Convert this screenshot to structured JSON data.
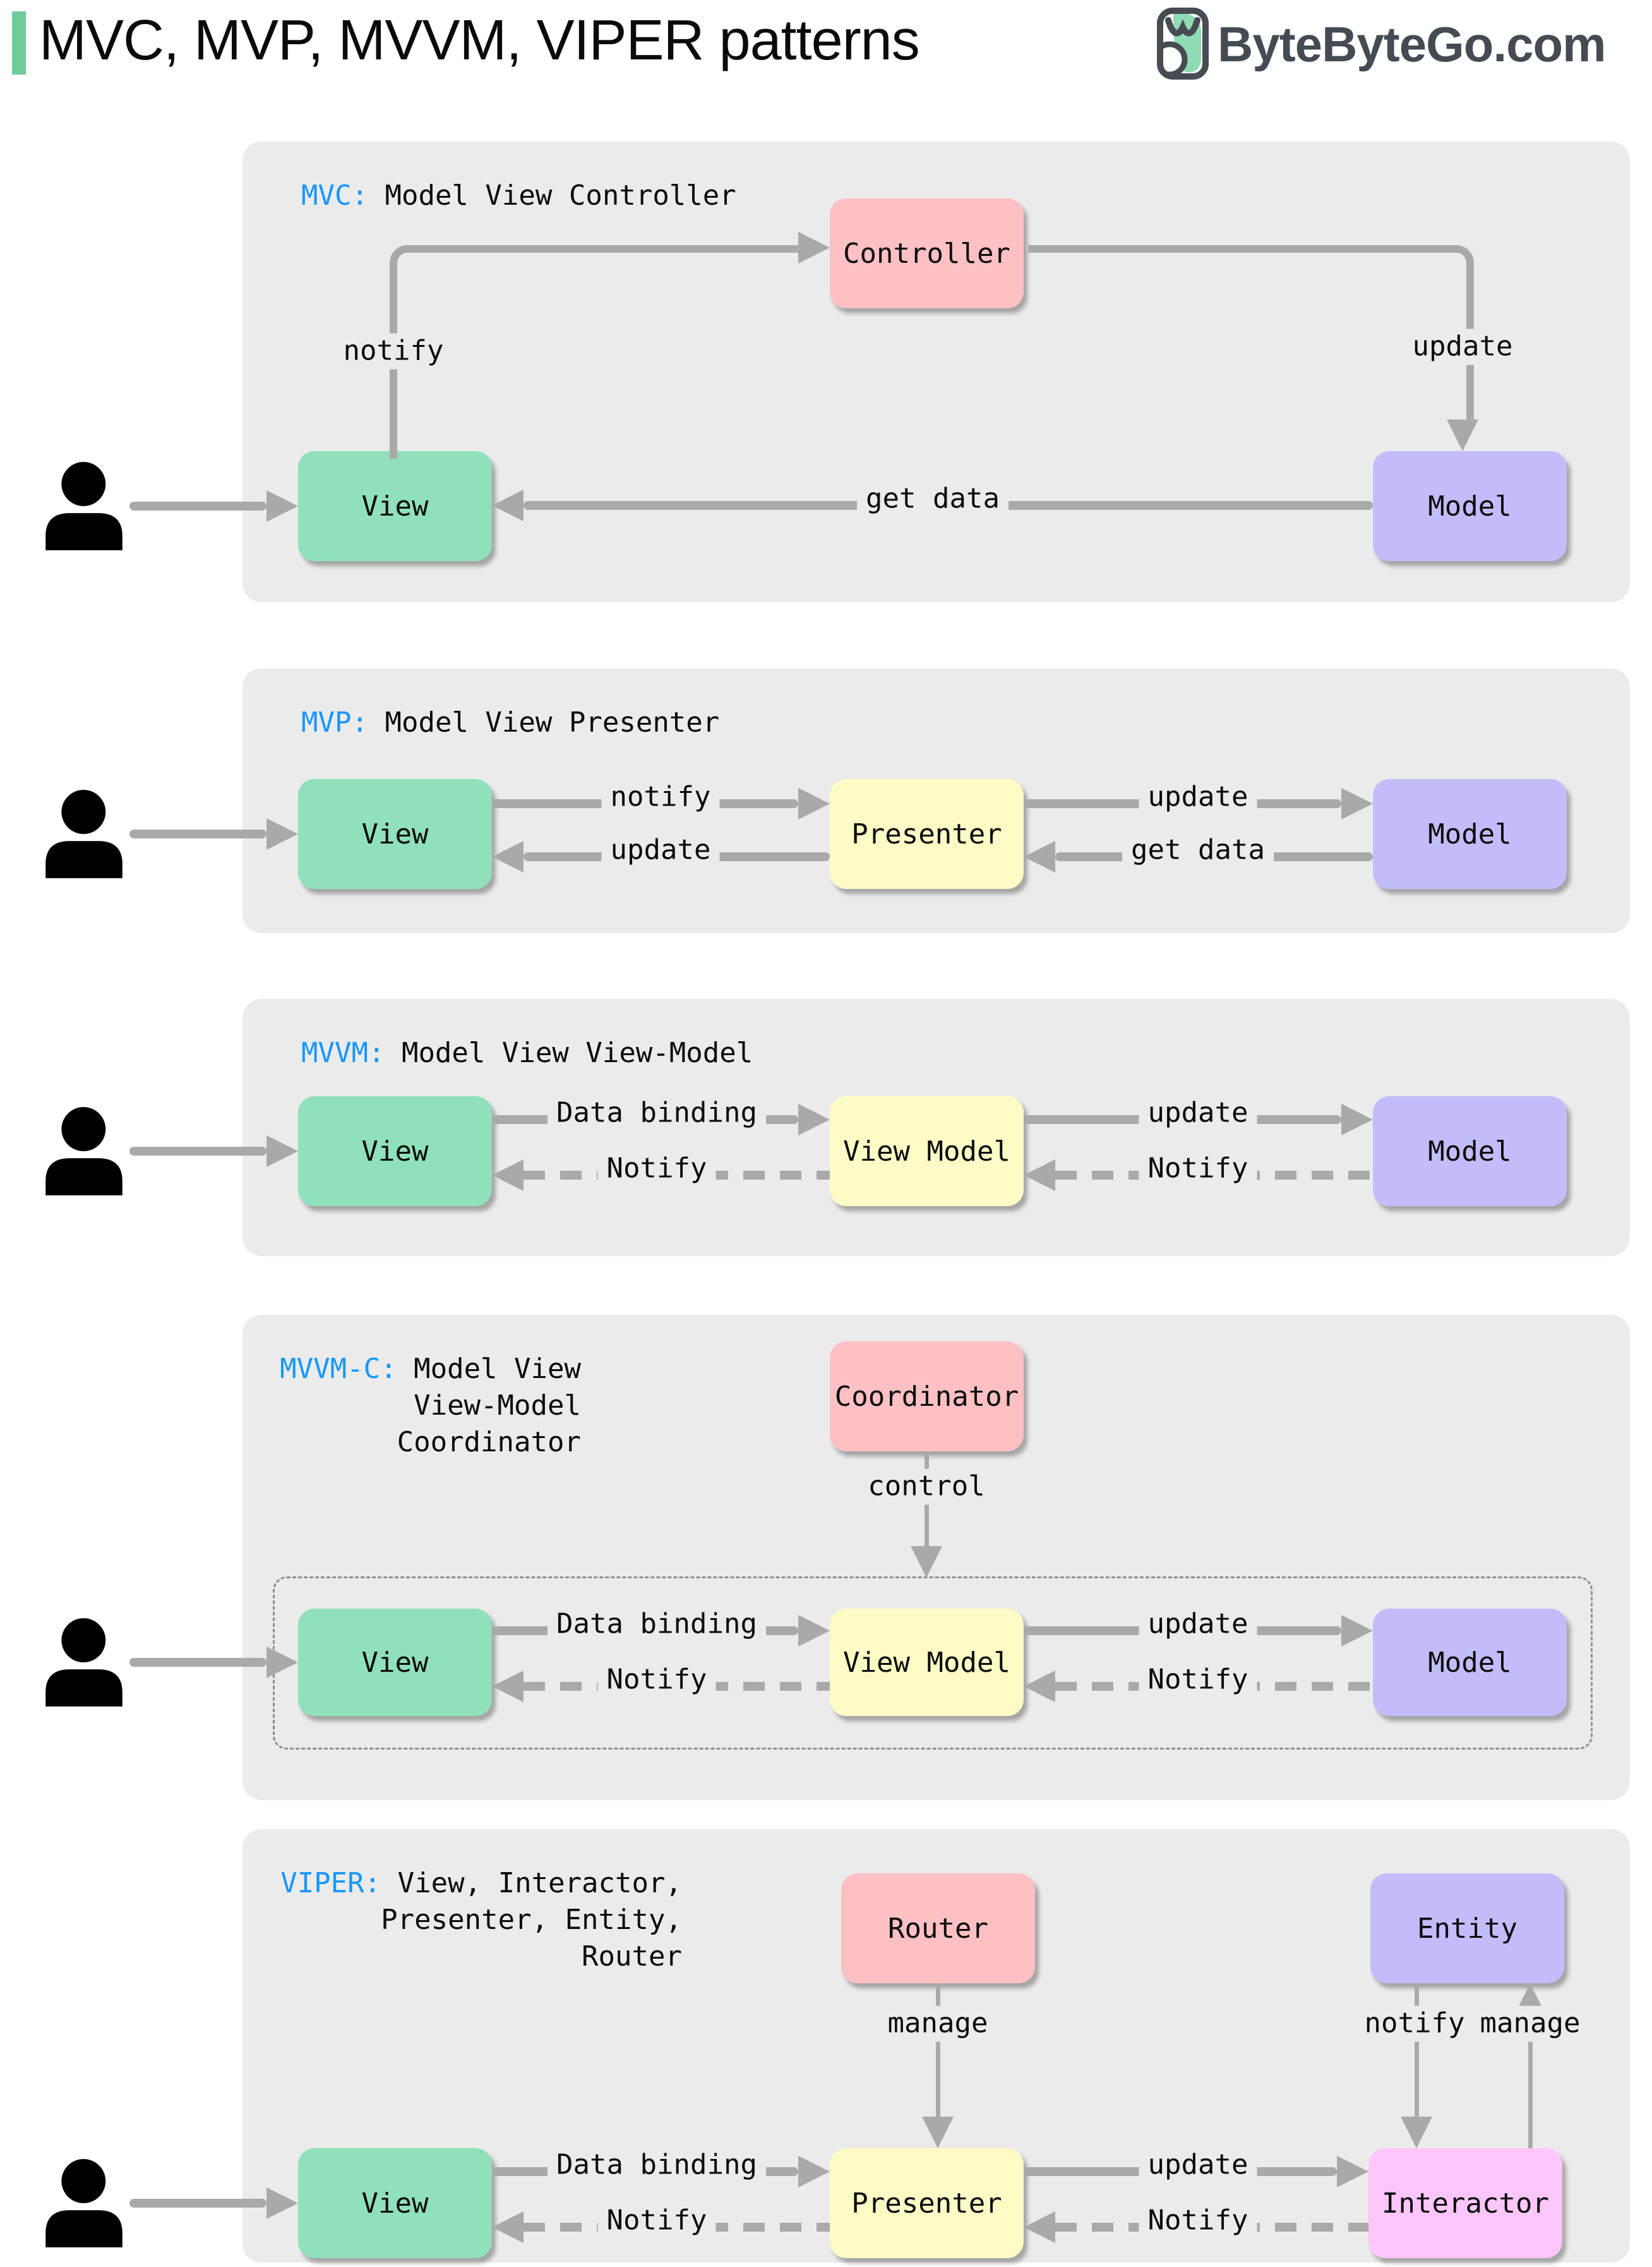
{
  "colors": {
    "accent_green": "#6fcb99",
    "tag_blue": "#1797fb",
    "box_green": "#8fe0bb",
    "box_pink": "#ffc0c4",
    "box_purple": "#c2bdfa",
    "box_yellow": "#fcfbc5",
    "box_magenta": "#fdc6fb",
    "panel_gray": "#ebebeb",
    "arrow_gray": "#a9a9a9",
    "brand_dark": "#454b52"
  },
  "header": {
    "title": "MVC, MVP, MVVM, VIPER patterns",
    "brand": "ByteByteGo.com"
  },
  "mvc": {
    "tag": "MVC:",
    "subtitle": "Model View Controller",
    "controller": "Controller",
    "view": "View",
    "model": "Model",
    "notify": "notify",
    "update": "update",
    "get_data": "get data"
  },
  "mvp": {
    "tag": "MVP:",
    "subtitle": "Model View Presenter",
    "view": "View",
    "presenter": "Presenter",
    "model": "Model",
    "notify": "notify",
    "update_view": "update",
    "update_model": "update",
    "get_data": "get data"
  },
  "mvvm": {
    "tag": "MVVM:",
    "subtitle": "Model View View-Model",
    "view": "View",
    "view_model": "View Model",
    "model": "Model",
    "data_binding": "Data binding",
    "notify_view": "Notify",
    "update": "update",
    "notify_vm": "Notify"
  },
  "mvvmc": {
    "tag": "MVVM-C:",
    "subtitle1": "Model View",
    "subtitle2": "View-Model",
    "subtitle3": "Coordinator",
    "coordinator": "Coordinator",
    "control": "control",
    "view": "View",
    "view_model": "View Model",
    "model": "Model",
    "data_binding": "Data binding",
    "notify_view": "Notify",
    "update": "update",
    "notify_vm": "Notify"
  },
  "viper": {
    "tag": "VIPER:",
    "subtitle1": "View, Interactor,",
    "subtitle2": "Presenter, Entity,",
    "subtitle3": "Router",
    "router": "Router",
    "entity": "Entity",
    "manage_router": "manage",
    "notify_entity": "notify",
    "manage_entity": "manage",
    "view": "View",
    "presenter": "Presenter",
    "interactor": "Interactor",
    "data_binding": "Data binding",
    "notify_view": "Notify",
    "update": "update",
    "notify_presenter": "Notify"
  }
}
